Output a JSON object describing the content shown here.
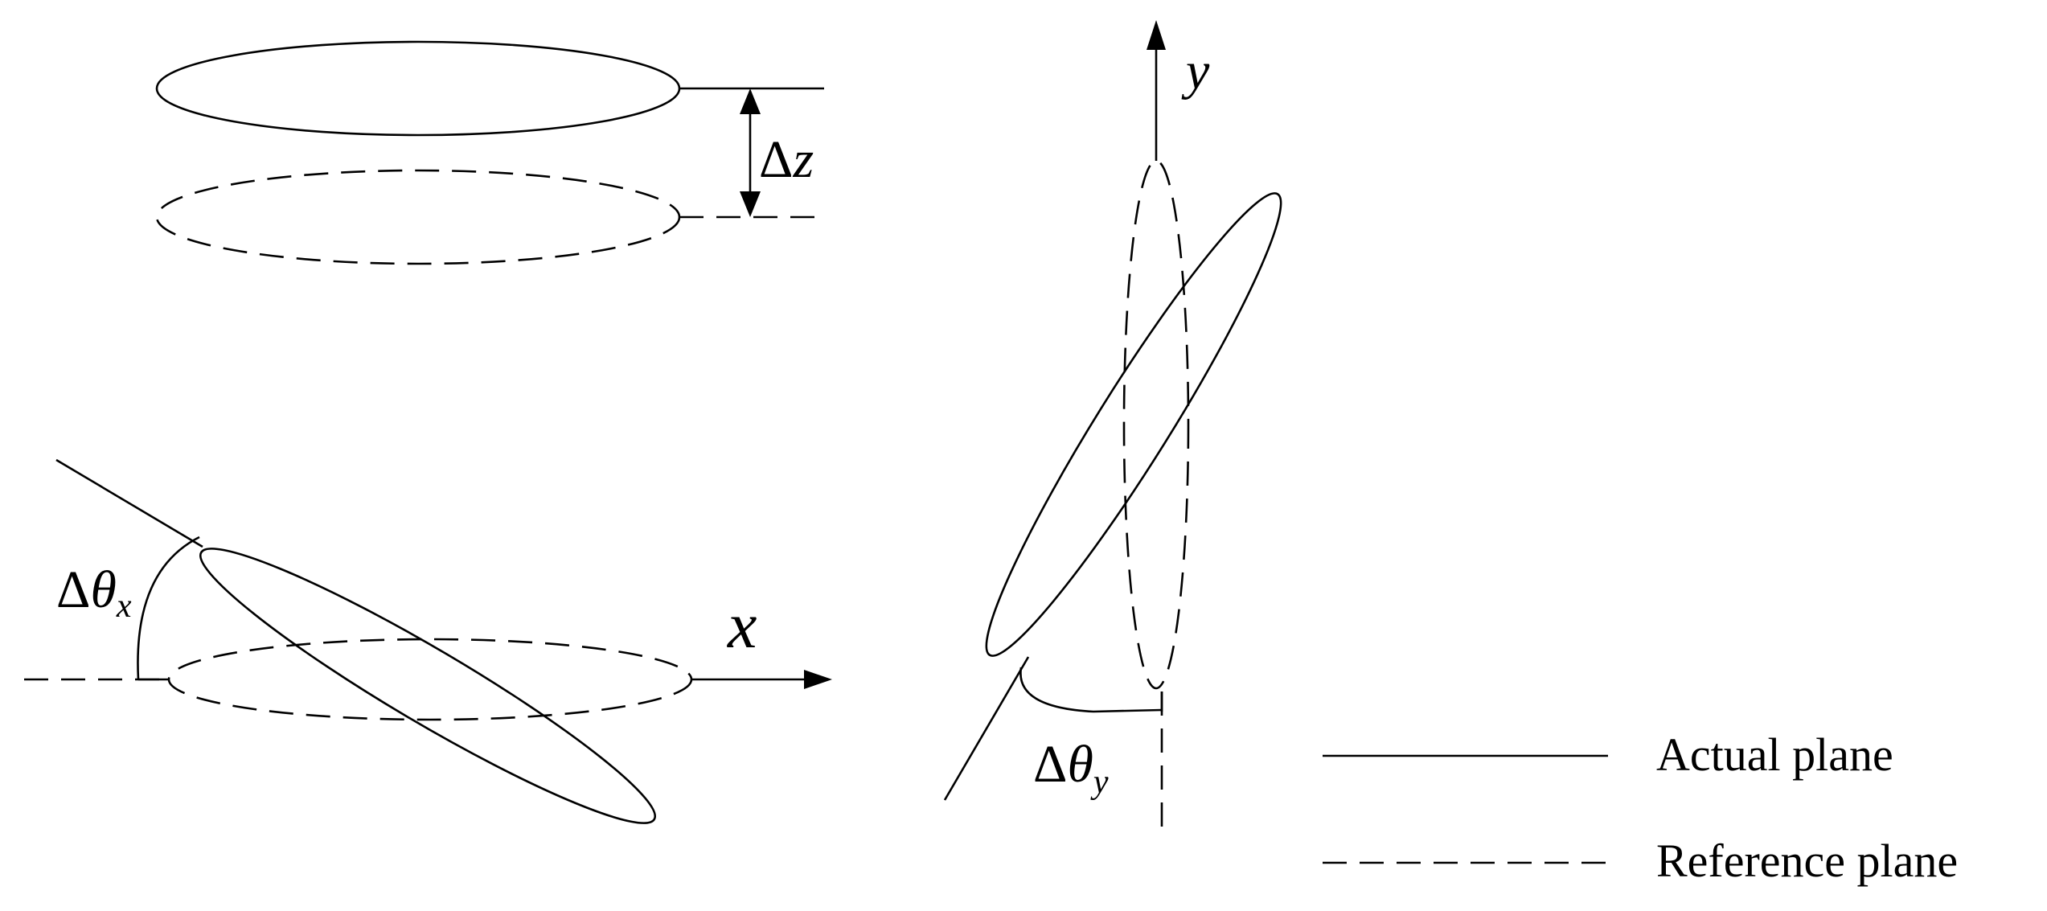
{
  "labels": {
    "delta": "Δ",
    "z": "z",
    "theta": "θ",
    "x_sub": "x",
    "y_sub": "y",
    "x_axis": "x",
    "y_axis": "y"
  },
  "legend": {
    "actual": "Actual plane",
    "reference": "Reference plane"
  }
}
